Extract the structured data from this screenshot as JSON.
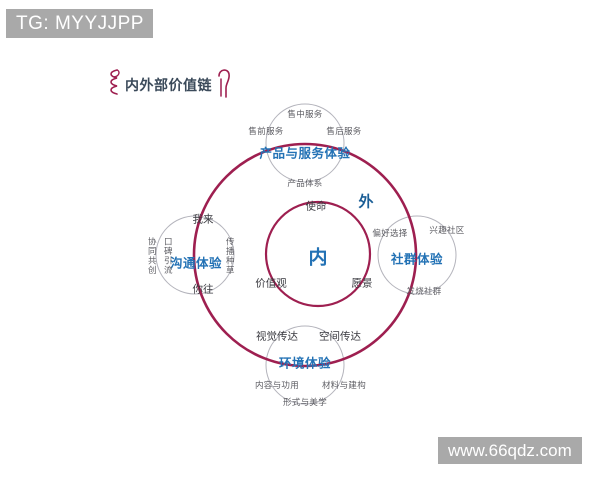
{
  "banner": {
    "tg_label": "TG: MYYJJPP"
  },
  "watermark": {
    "text": "www.66qdz.com"
  },
  "heading": {
    "title": "内外部价值链",
    "left_ornament": "decorative-spiral-glyph",
    "right_ornament": "decorative-hook-glyph"
  },
  "colors": {
    "ring": "#9e1f50",
    "node_title": "#2372b5",
    "sub_text": "#5d5d63",
    "core_text": "#2372b5",
    "node_circle": "#b4b4bc",
    "banner_bg": "#a9a9a9",
    "heading_text": "#3b4a5a"
  },
  "diagram": {
    "core": {
      "inner_label": "内",
      "outer_label": "外",
      "inner_ring_labels": {
        "top": "使命",
        "bottom_left": "价值观",
        "bottom_right": "愿景"
      }
    },
    "nodes": [
      {
        "id": "product-service",
        "title": "产品与服务体验",
        "position": "top",
        "subs": [
          {
            "text": "售中服务",
            "place": "top"
          },
          {
            "text": "售前服务",
            "place": "upper-left"
          },
          {
            "text": "售后服务",
            "place": "upper-right"
          },
          {
            "text": "产品体系",
            "place": "bottom"
          }
        ]
      },
      {
        "id": "communication",
        "title": "沟通体验",
        "position": "left",
        "subs": [
          {
            "text": "我来",
            "place": "top"
          },
          {
            "text": "你往",
            "place": "bottom"
          },
          {
            "text": "协同共创",
            "place": "outer-left-vertical"
          },
          {
            "text": "口碑引流",
            "place": "inner-left-vertical"
          },
          {
            "text": "传播种草",
            "place": "right-vertical"
          }
        ]
      },
      {
        "id": "community",
        "title": "社群体验",
        "position": "right",
        "subs": [
          {
            "text": "偏好选择",
            "place": "upper-left"
          },
          {
            "text": "兴趣社区",
            "place": "upper-right"
          },
          {
            "text": "发烧社群",
            "place": "bottom"
          }
        ]
      },
      {
        "id": "environment",
        "title": "环境体验",
        "position": "bottom",
        "subs": [
          {
            "text": "视觉传达",
            "place": "upper-left"
          },
          {
            "text": "空间传达",
            "place": "upper-right"
          },
          {
            "text": "内容与功用",
            "place": "lower-left"
          },
          {
            "text": "材料与建构",
            "place": "lower-right"
          },
          {
            "text": "形式与美学",
            "place": "bottom"
          }
        ]
      }
    ]
  }
}
